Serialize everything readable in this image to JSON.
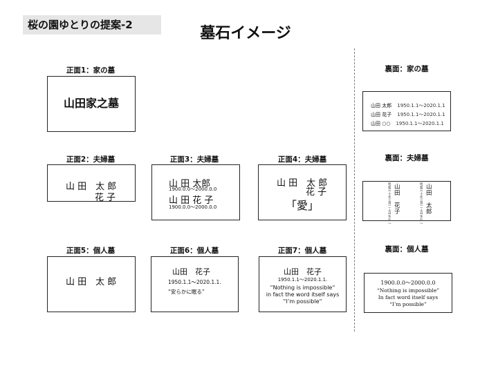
{
  "header": {
    "tag": "桜の園ゆとりの提案-2",
    "title": "墓石イメージ"
  },
  "front1": {
    "label": "正面1：家の墓",
    "text": "山田家之墓"
  },
  "back1": {
    "label": "裏面：家の墓",
    "rows": [
      {
        "name": "山田 太郎",
        "date": "1950.1.1～2020.1.1"
      },
      {
        "name": "山田 花子",
        "date": "1950.1.1～2020.1.1"
      },
      {
        "name": "山田 ○○",
        "date": "1950.1.1～2020.1.1"
      }
    ]
  },
  "front2": {
    "label": "正面2：夫婦墓",
    "line1": "山 田　太 郎",
    "line2": "花 子"
  },
  "front3": {
    "label": "正面3：夫婦墓",
    "name1": "山 田  太郎",
    "date1": "1900.0.0～2000.0.0",
    "name2": "山 田  花 子",
    "date2": "1900.0.0～2000.0.0"
  },
  "front4": {
    "label": "正面4：夫婦墓",
    "line1": "山 田　太 郎",
    "line2": "花 子",
    "word": "「愛」"
  },
  "back2": {
    "label": "裏面：夫婦墓",
    "col1_date": [
      "昭",
      "和",
      "三",
      "十",
      "年",
      "三",
      "月",
      "二",
      "十",
      "日",
      "生",
      "れ",
      "～"
    ],
    "col1_name": [
      "山",
      "田",
      "",
      "花",
      "子"
    ],
    "col2_date": [
      "昭",
      "和",
      "三",
      "十",
      "年",
      "三",
      "月",
      "二",
      "十",
      "日",
      "生",
      "れ",
      "～"
    ],
    "col2_name": [
      "山",
      "田",
      "",
      "太",
      "郎"
    ]
  },
  "front5": {
    "label": "正面5：個人墓",
    "text": "山 田　太 郎"
  },
  "front6": {
    "label": "正面6：個人墓",
    "name": "山田　花子",
    "date": "1950.1.1～2020.1.1.",
    "quote": "“安らかに眠る”"
  },
  "front7": {
    "label": "正面7：個人墓",
    "name": "山田　花子",
    "date": "1950.1.1～2020.1.1.",
    "q1": "“Nothing is impossible“",
    "q2": "in fact the word itself says",
    "q3": "“I’m possible“"
  },
  "back3": {
    "label": "裏面：個人墓",
    "date": "1900.0.0～2000.0.0",
    "q1": "“Nothing is impossible”",
    "q2": "In fact word itself says",
    "q3": "“I’m possible”"
  }
}
